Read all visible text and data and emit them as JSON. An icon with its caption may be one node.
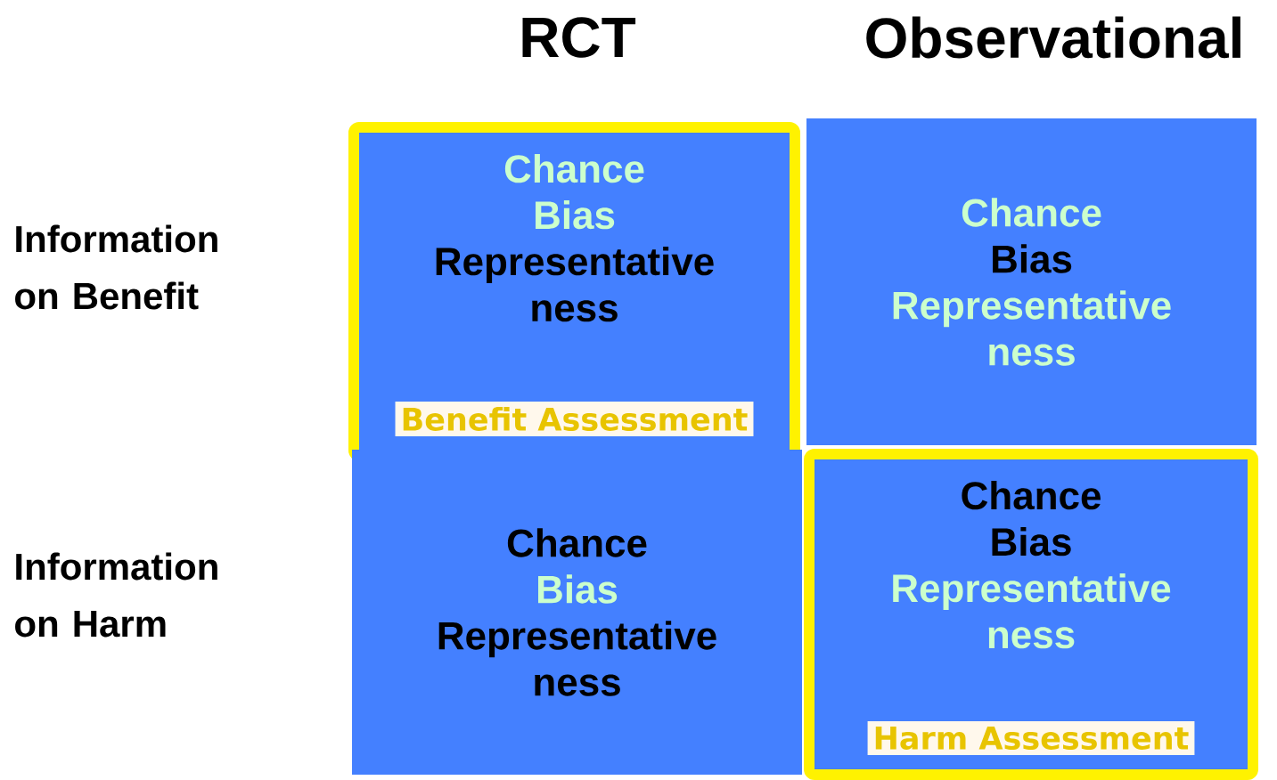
{
  "diagram": {
    "nodes": [
      {
        "text": [
          "Benefit Assessment"
        ]
      },
      {
        "text": [
          "Chance",
          "Bias",
          "Representative ness"
        ],
        "in": 0
      },
      {
        "text": [
          "Chance",
          "Bias",
          "Representative ness"
        ]
      },
      {
        "text": [
          "Chance",
          "Bias",
          "Representative ness"
        ]
      },
      {
        "text": [
          "Harm Assessment"
        ]
      },
      {
        "text": [
          "Chance",
          "Bias",
          "Representative ness"
        ],
        "in": 4
      }
    ],
    "labels": [
      "RCT",
      "Observational",
      "Information on Benefit",
      "Information on Harm"
    ]
  }
}
